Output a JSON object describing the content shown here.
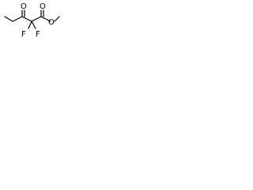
{
  "molecule": {
    "atoms": {
      "carbonyl_o": "O",
      "ester_o1": "O",
      "ester_o2": "O",
      "fluorine_1": "F",
      "fluorine_2": "F"
    },
    "colors": {
      "bond": "#000000",
      "text": "#000000",
      "background": "#ffffff"
    }
  }
}
